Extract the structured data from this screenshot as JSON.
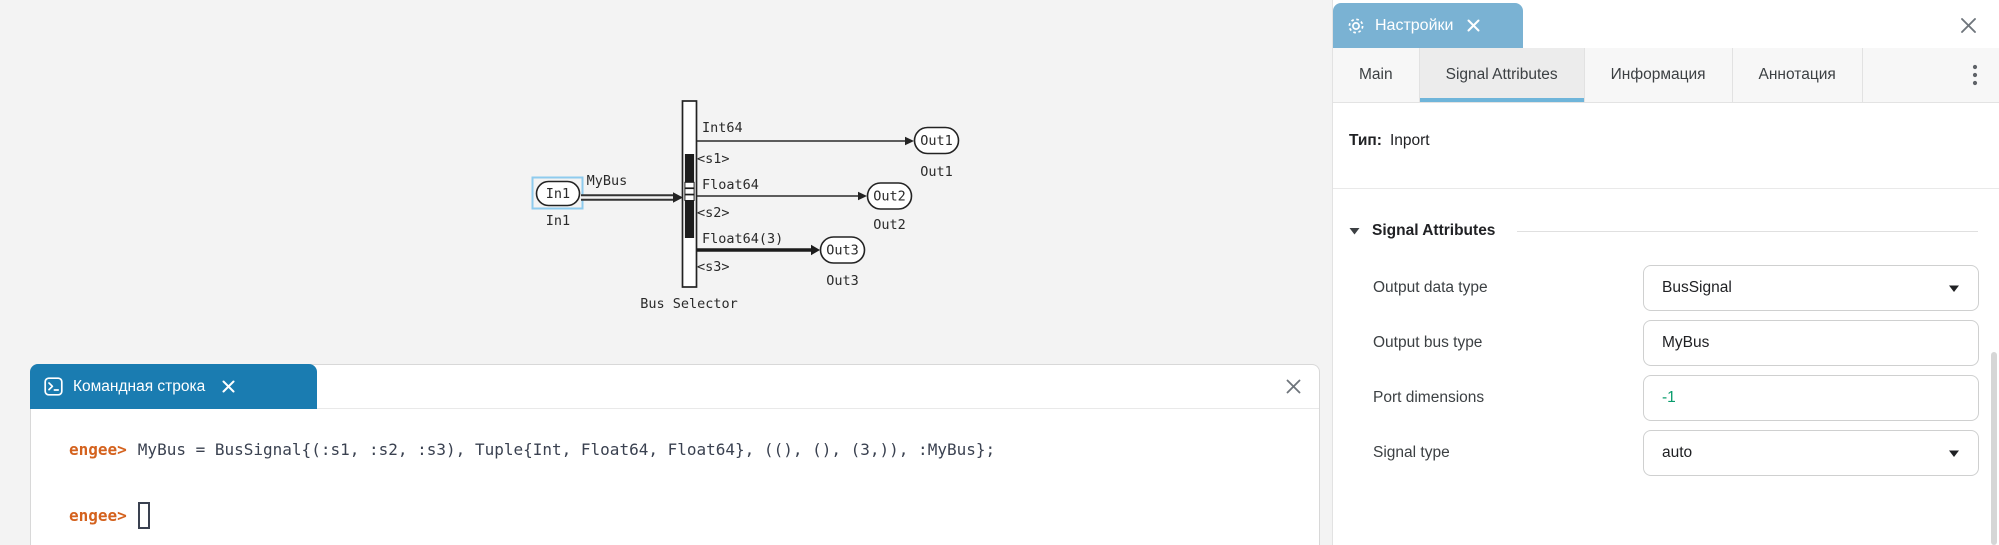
{
  "colors": {
    "canvas_bg": "#f3f3f3",
    "cmd_tab_blue": "#1a7cb1",
    "settings_tab_blue": "#7ab2d3",
    "active_tab_underline": "#6fb5da",
    "prompt_orange": "#d4621e",
    "code_text": "#3a4150",
    "value_green": "#0a9c6d",
    "selection_blue": "#8ecbee"
  },
  "diagram": {
    "in_block": {
      "text": "In1",
      "label": "In1"
    },
    "bus_wire_label": "MyBus",
    "bus_selector_label": "Bus Selector",
    "outputs": [
      {
        "type": "Int64",
        "selector": "<s1>",
        "text": "Out1",
        "label": "Out1"
      },
      {
        "type": "Float64",
        "selector": "<s2>",
        "text": "Out2",
        "label": "Out2"
      },
      {
        "type": "Float64(3)",
        "selector": "<s3>",
        "text": "Out3",
        "label": "Out3"
      }
    ]
  },
  "command_panel": {
    "tab_title": "Командная строка",
    "prompt": "engee>",
    "history_line": "MyBus = BusSignal{(:s1, :s2, :s3), Tuple{Int, Float64, Float64}, ((), (), (3,)), :MyBus};"
  },
  "settings_panel": {
    "tab_title": "Настройки",
    "tabs": [
      {
        "label": "Main"
      },
      {
        "label": "Signal Attributes"
      },
      {
        "label": "Информация"
      },
      {
        "label": "Аннотация"
      }
    ],
    "active_tab": "Signal Attributes",
    "type_label": "Тип:",
    "type_value": "Inport",
    "section_title": "Signal Attributes",
    "fields": [
      {
        "label": "Output data type",
        "value": "BusSignal",
        "kind": "dropdown"
      },
      {
        "label": "Output bus type",
        "value": "MyBus",
        "kind": "input"
      },
      {
        "label": "Port dimensions",
        "value": "-1",
        "kind": "input"
      },
      {
        "label": "Signal type",
        "value": "auto",
        "kind": "dropdown"
      }
    ]
  }
}
